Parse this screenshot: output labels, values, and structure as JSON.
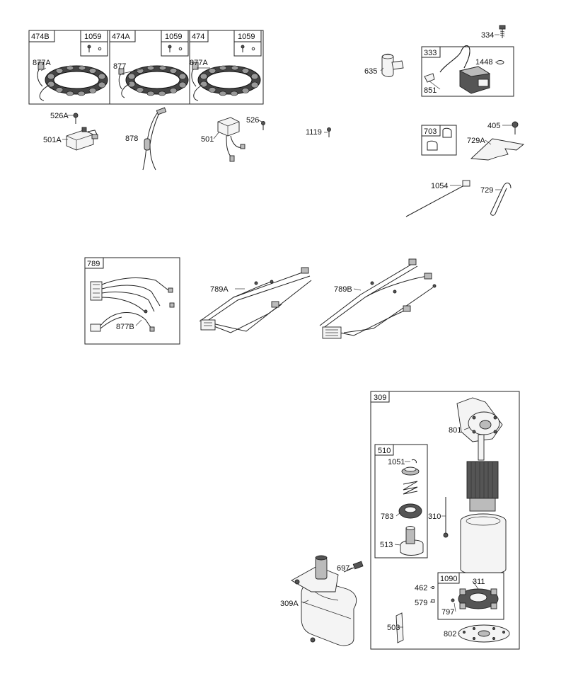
{
  "labels": {
    "l474b": "474B",
    "l1059a": "1059",
    "l877a_1": "877A",
    "l474a": "474A",
    "l1059b": "1059",
    "l877": "877",
    "l474": "474",
    "l1059c": "1059",
    "l877a_2": "877A",
    "l526a": "526A",
    "l501a": "501A",
    "l878": "878",
    "l501": "501",
    "l526": "526",
    "l1119": "1119",
    "l334": "334",
    "l635": "635",
    "l333": "333",
    "l1448": "1448",
    "l851": "851",
    "l405": "405",
    "l703": "703",
    "l729a": "729A",
    "l1054": "1054",
    "l729": "729",
    "l789": "789",
    "l877b": "877B",
    "l789a": "789A",
    "l789b": "789B",
    "l309": "309",
    "l801": "801",
    "l510": "510",
    "l1051": "1051",
    "l783": "783",
    "l310": "310",
    "l513": "513",
    "l697": "697",
    "l309a": "309A",
    "l1090": "1090",
    "l311": "311",
    "l462": "462",
    "l579": "579",
    "l797": "797",
    "l503": "503",
    "l802": "802"
  }
}
